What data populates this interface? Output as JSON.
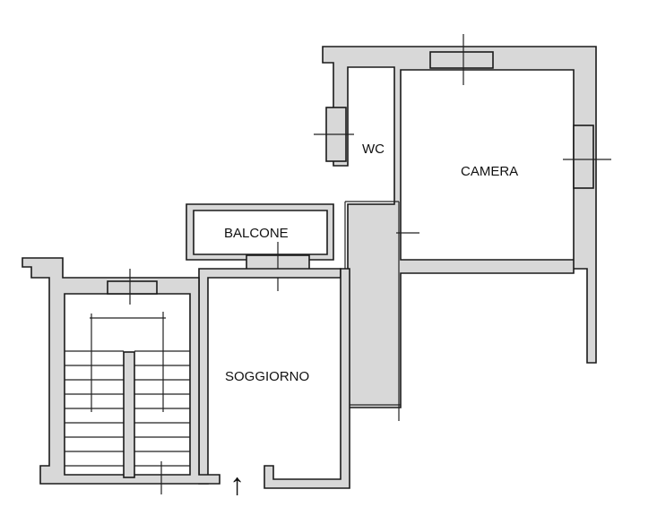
{
  "rooms": {
    "wc": "WC",
    "camera": "CAMERA",
    "balcone": "BALCONE",
    "soggiorno": "SOGGIORNO"
  },
  "entrance_arrow": "↑"
}
